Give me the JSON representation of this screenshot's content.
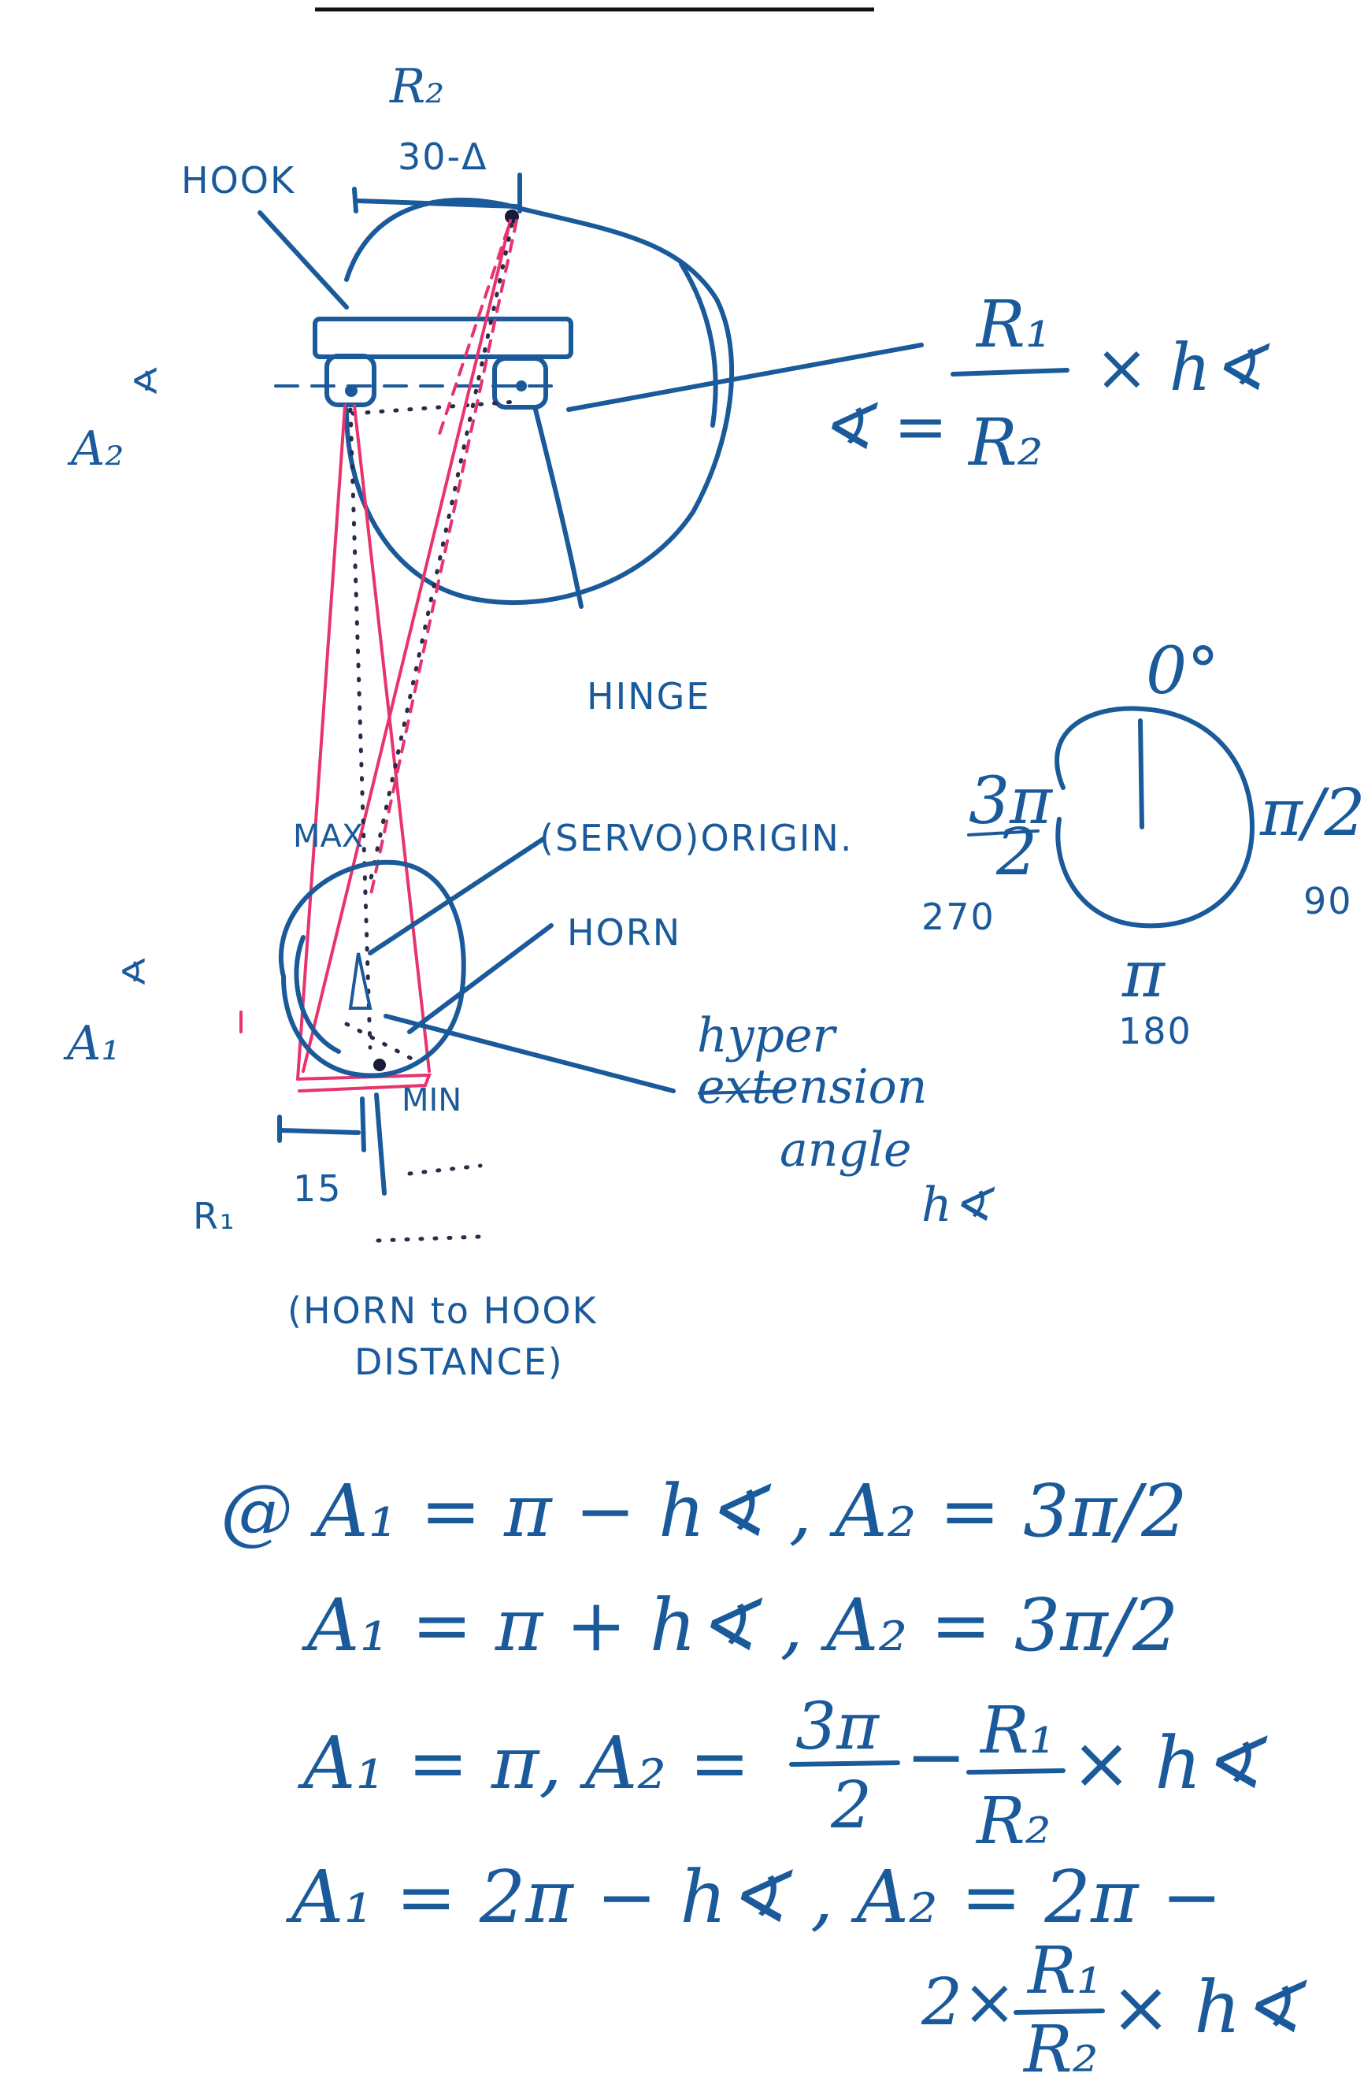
{
  "diagram": {
    "dimension_r2": "R₂",
    "dimension_30": "30-Δ",
    "hook": "HOOK",
    "hinge": "HINGE",
    "servo_origin": "(SERVO)ORIGIN.",
    "horn": "HORN",
    "max": "MAX",
    "min": "MIN",
    "dimension_15": "15",
    "r1": "R₁",
    "horn_to_hook_1": "(HORN to HOOK",
    "horn_to_hook_2": "DISTANCE)",
    "a2_angle": "∢",
    "a2": "A₂",
    "a1_angle": "∢",
    "a1": "A₁",
    "hyper": "hyper",
    "extension": "extension",
    "angle_word": "angle",
    "h_angle": "h∢"
  },
  "formula": {
    "lhs": "∢ =",
    "num": "R₁",
    "den": "R₂",
    "rhs": "× h∢"
  },
  "dial": {
    "top": "0°",
    "right_frac": "π/2",
    "right_deg": "90",
    "left_num": "3π",
    "left_den": "2",
    "left_deg": "270",
    "bottom": "π",
    "bottom_deg": "180"
  },
  "equations": {
    "line1": "@ A₁ = π − h∢ ,  A₂ = 3π/2",
    "line2": "A₁ = π + h∢ ,  A₂ = 3π/2",
    "line3a": "A₁ = π,  A₂ =",
    "line3_frac_num": "3π",
    "line3_frac_den": "2",
    "line3_minus": "−",
    "line3_r_num": "R₁",
    "line3_r_den": "R₂",
    "line3_tail": "× h∢",
    "line4": "A₁ = 2π − h∢ ,  A₂ = 2π −",
    "line5_pre": "2×",
    "line5_num": "R₁",
    "line5_den": "R₂",
    "line5_tail": "× h∢"
  }
}
